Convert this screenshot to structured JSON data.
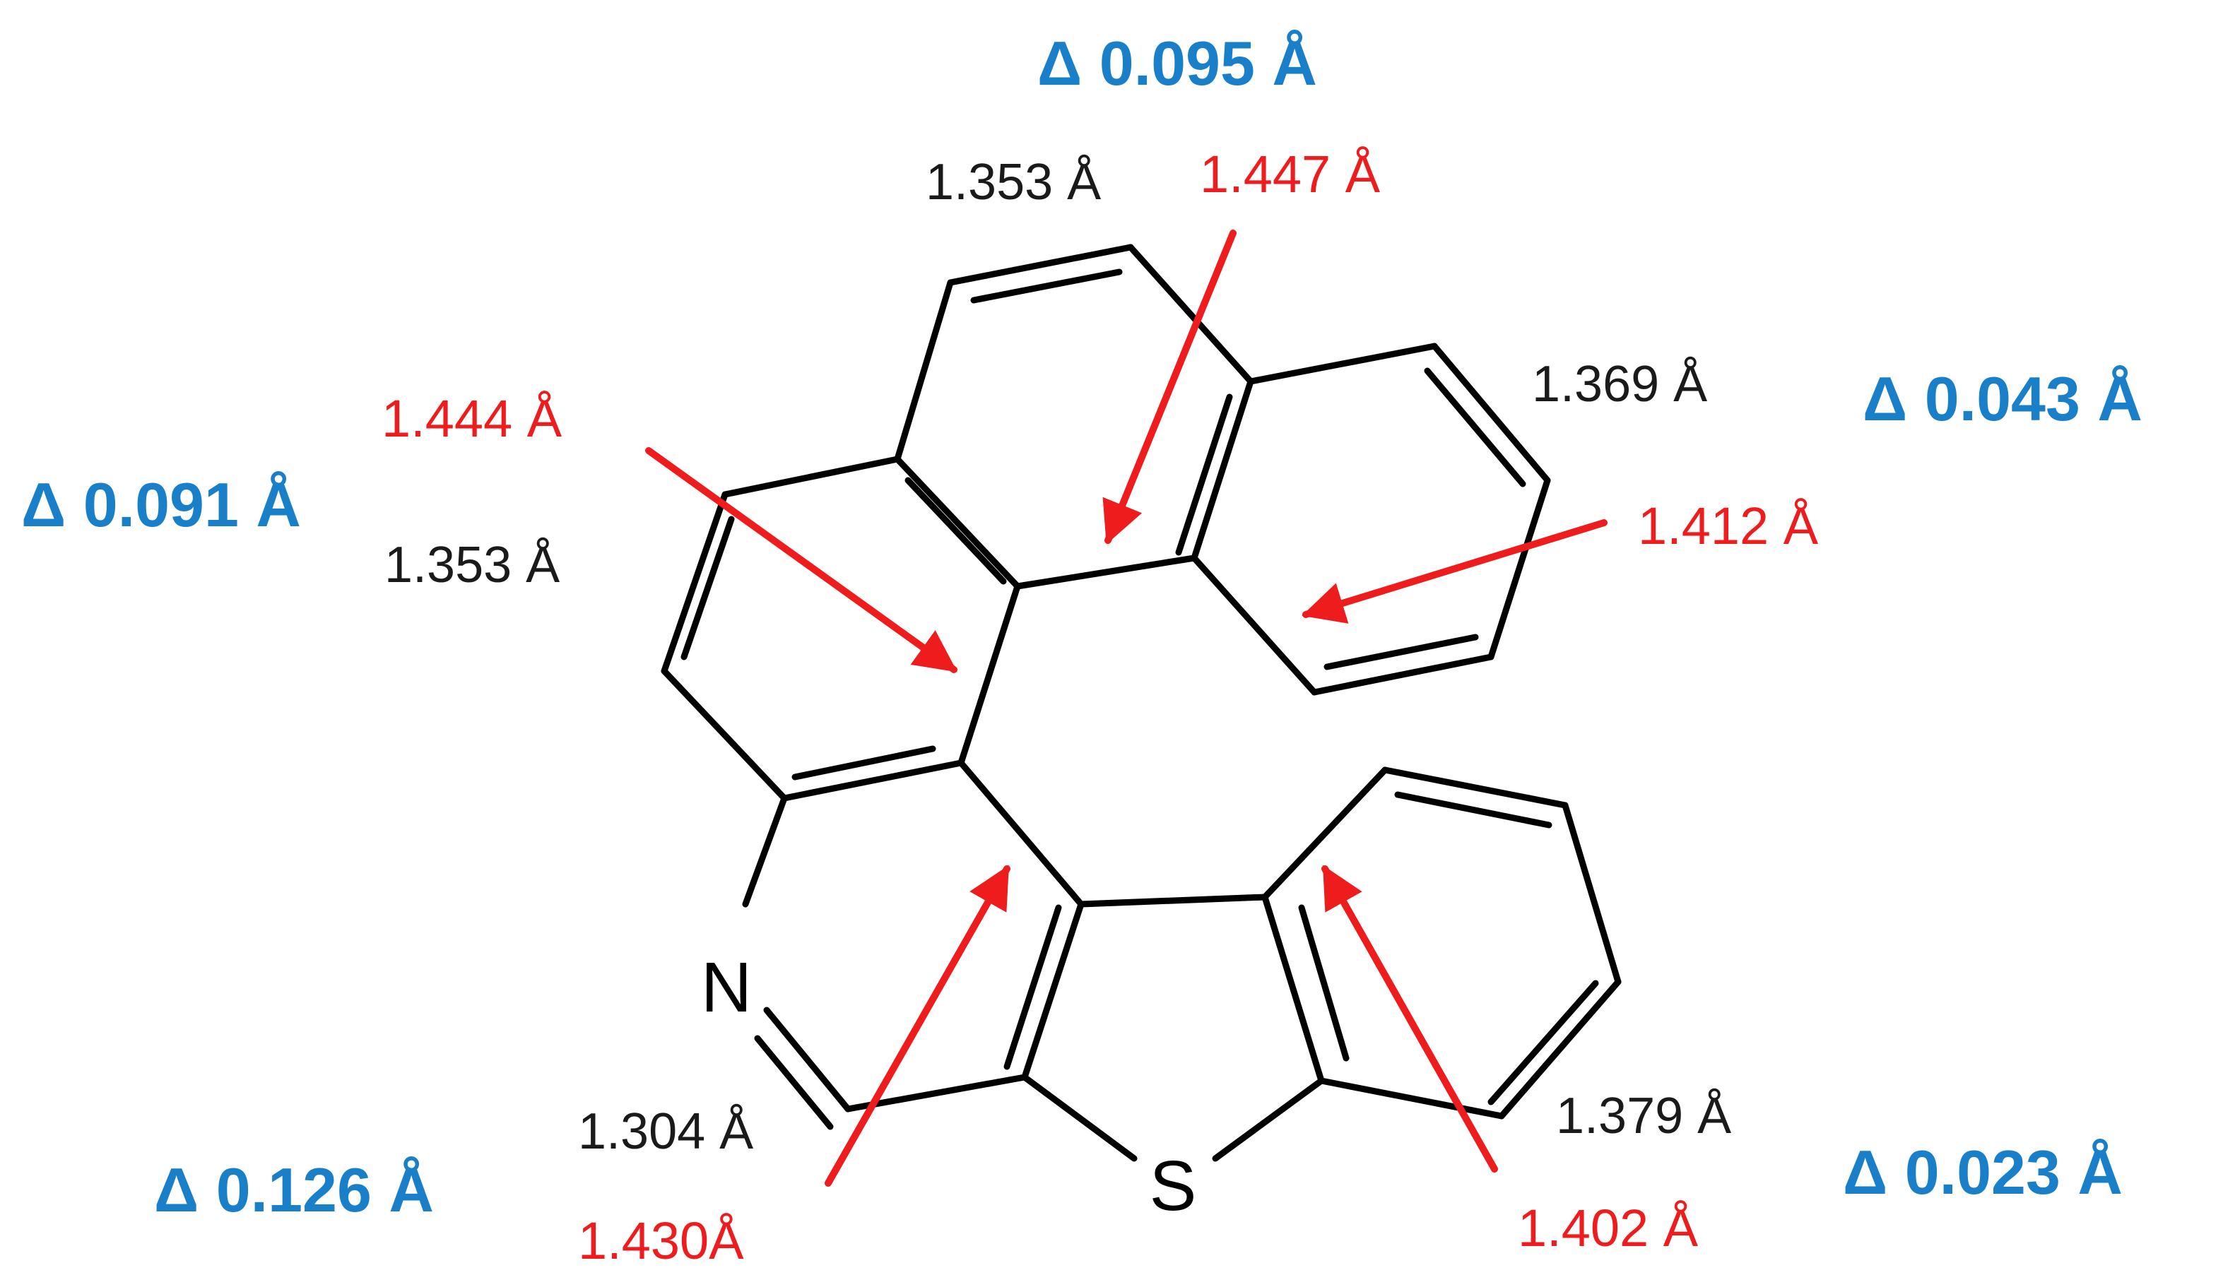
{
  "colors": {
    "bond": "#000000",
    "measured_text": "#1a1a1a",
    "highlight": "#ee1c1c",
    "delta": "#1a7fc9"
  },
  "atoms": {
    "nitrogen": "N",
    "sulfur": "S"
  },
  "measured_lengths": {
    "top": "1.353 Å",
    "left": "1.353 Å",
    "right": "1.369 Å",
    "bottom_left": "1.304 Å",
    "bottom_right": "1.379 Å"
  },
  "highlighted_lengths": {
    "top": "1.447 Å",
    "left": "1.444 Å",
    "right": "1.412 Å",
    "bottom_left": "1.430Å",
    "bottom_right": "1.402 Å"
  },
  "deltas": {
    "top": "Δ 0.095 Å",
    "left": "Δ 0.091 Å",
    "right": "Δ 0.043 Å",
    "bottom_left": "Δ 0.126 Å",
    "bottom_right": "Δ 0.023 Å"
  }
}
